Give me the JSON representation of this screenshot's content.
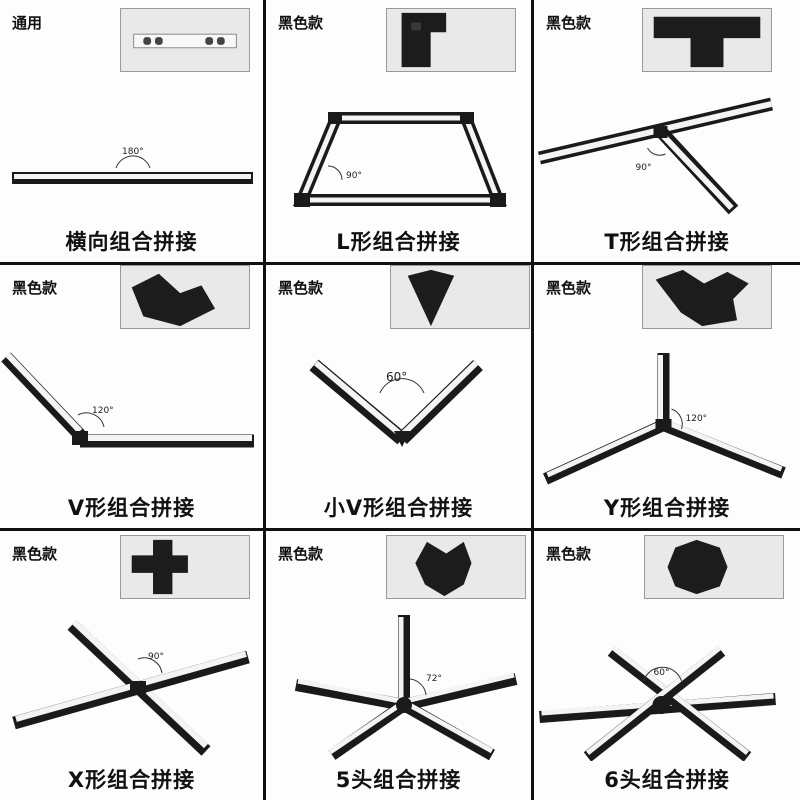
{
  "panels": [
    {
      "tag": "通用",
      "caption": "横向组合拼接",
      "angle": "180°"
    },
    {
      "tag": "黑色款",
      "caption": "L形组合拼接",
      "angle": "90°"
    },
    {
      "tag": "黑色款",
      "caption": "T形组合拼接",
      "angle": "90°"
    },
    {
      "tag": "黑色款",
      "caption": "V形组合拼接",
      "angle": "120°"
    },
    {
      "tag": "黑色款",
      "caption": "小V形组合拼接",
      "angle": "60°"
    },
    {
      "tag": "黑色款",
      "caption": "Y形组合拼接",
      "angle": "120°"
    },
    {
      "tag": "黑色款",
      "caption": "X形组合拼接",
      "angle": "90°"
    },
    {
      "tag": "黑色款",
      "caption": "5头组合拼接",
      "angle": "72°"
    },
    {
      "tag": "黑色款",
      "caption": "6头组合拼接",
      "angle": "60°"
    }
  ],
  "colors": {
    "bar": "#1a1a1a",
    "light": "#f4f4f4",
    "connector": "#1c1c1c"
  }
}
